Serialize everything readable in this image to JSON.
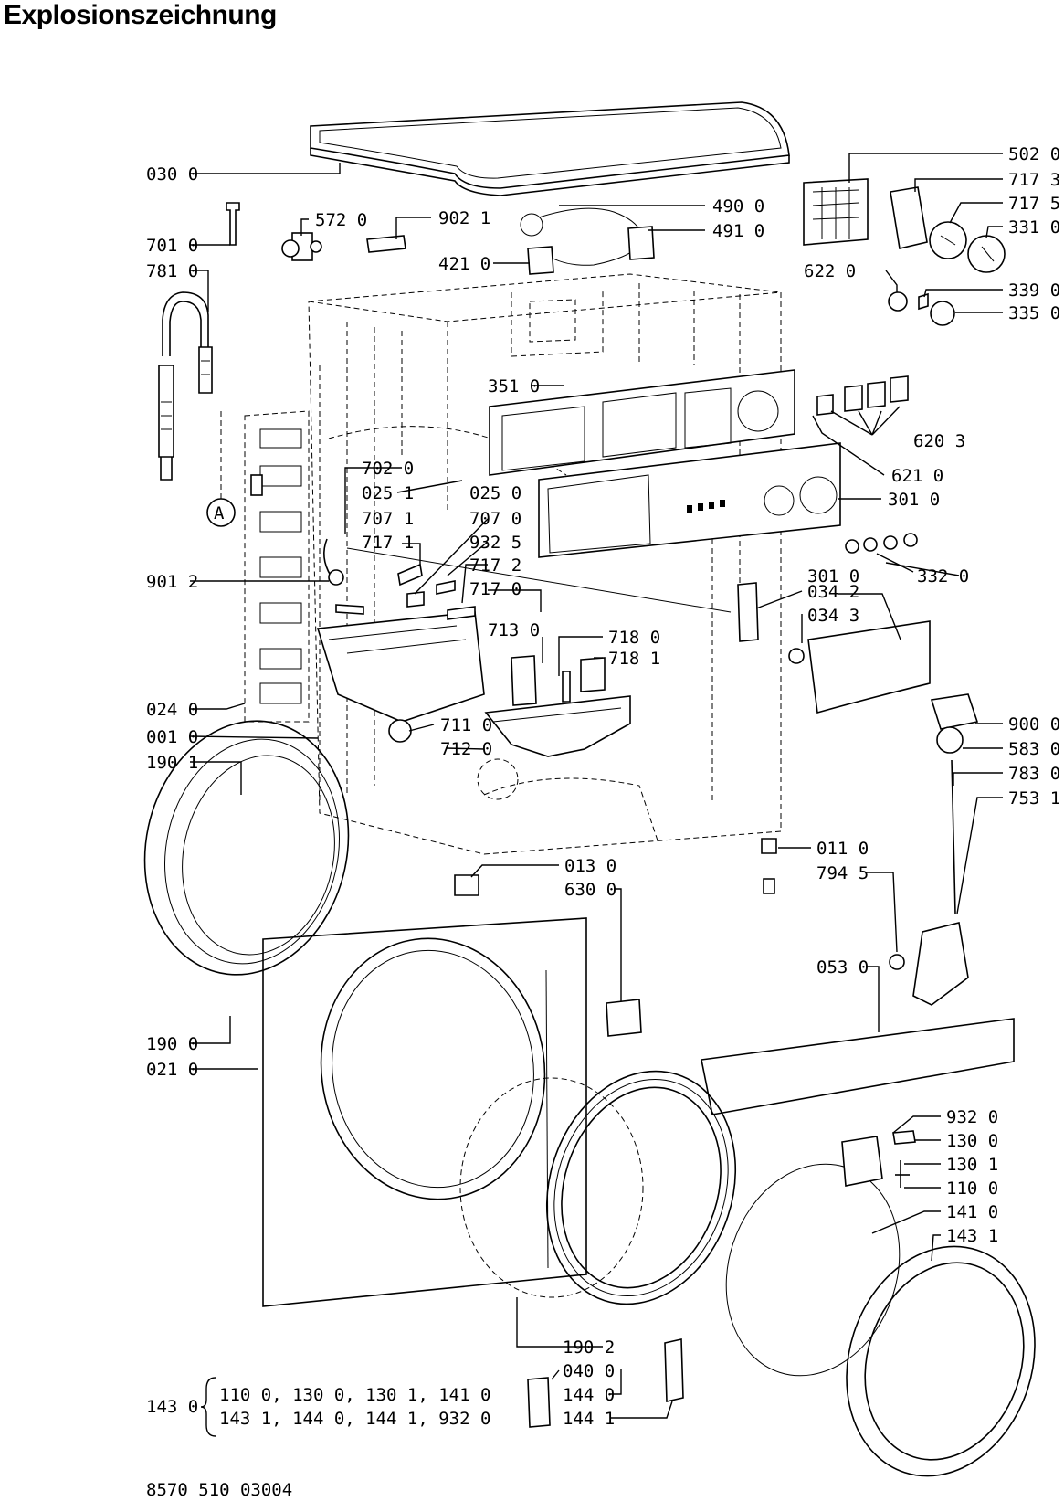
{
  "title": "Explosionszeichnung",
  "drawing_number": "8570 510 03004",
  "callouts": [
    "030 0",
    "701 0",
    "781 0",
    "572 0",
    "902 1",
    "490 0",
    "491 0",
    "421 0",
    "502 0",
    "717 3",
    "717 5",
    "331 0",
    "622 0",
    "339 0",
    "335 0",
    "351 0",
    "620 3",
    "621 0",
    "702 0",
    "025 1",
    "025 0",
    "301 0",
    "707 0",
    "707 1",
    "717 1",
    "932 5",
    "901 2",
    "717 2",
    "717 0",
    "332 0",
    "301 0",
    "034 2",
    "034 3",
    "713 0",
    "718 0",
    "718 1",
    "024 0",
    "711 0",
    "001 0",
    "712 0",
    "900 0",
    "583 0",
    "190 1",
    "783 0",
    "753 1",
    "011 0",
    "013 0",
    "794 5",
    "630 0",
    "053 0",
    "190 0",
    "021 0",
    "932 0",
    "130 0",
    "130 1",
    "110 0",
    "141 0",
    "143 1",
    "190 2",
    "040 0",
    "144 0",
    "144 1"
  ],
  "special_callouts": [
    "A"
  ],
  "kit": {
    "number": "143 0",
    "line1": "110 0, 130 0, 130 1, 141 0",
    "line2": "143 1, 144 0, 144 1, 932 0"
  }
}
